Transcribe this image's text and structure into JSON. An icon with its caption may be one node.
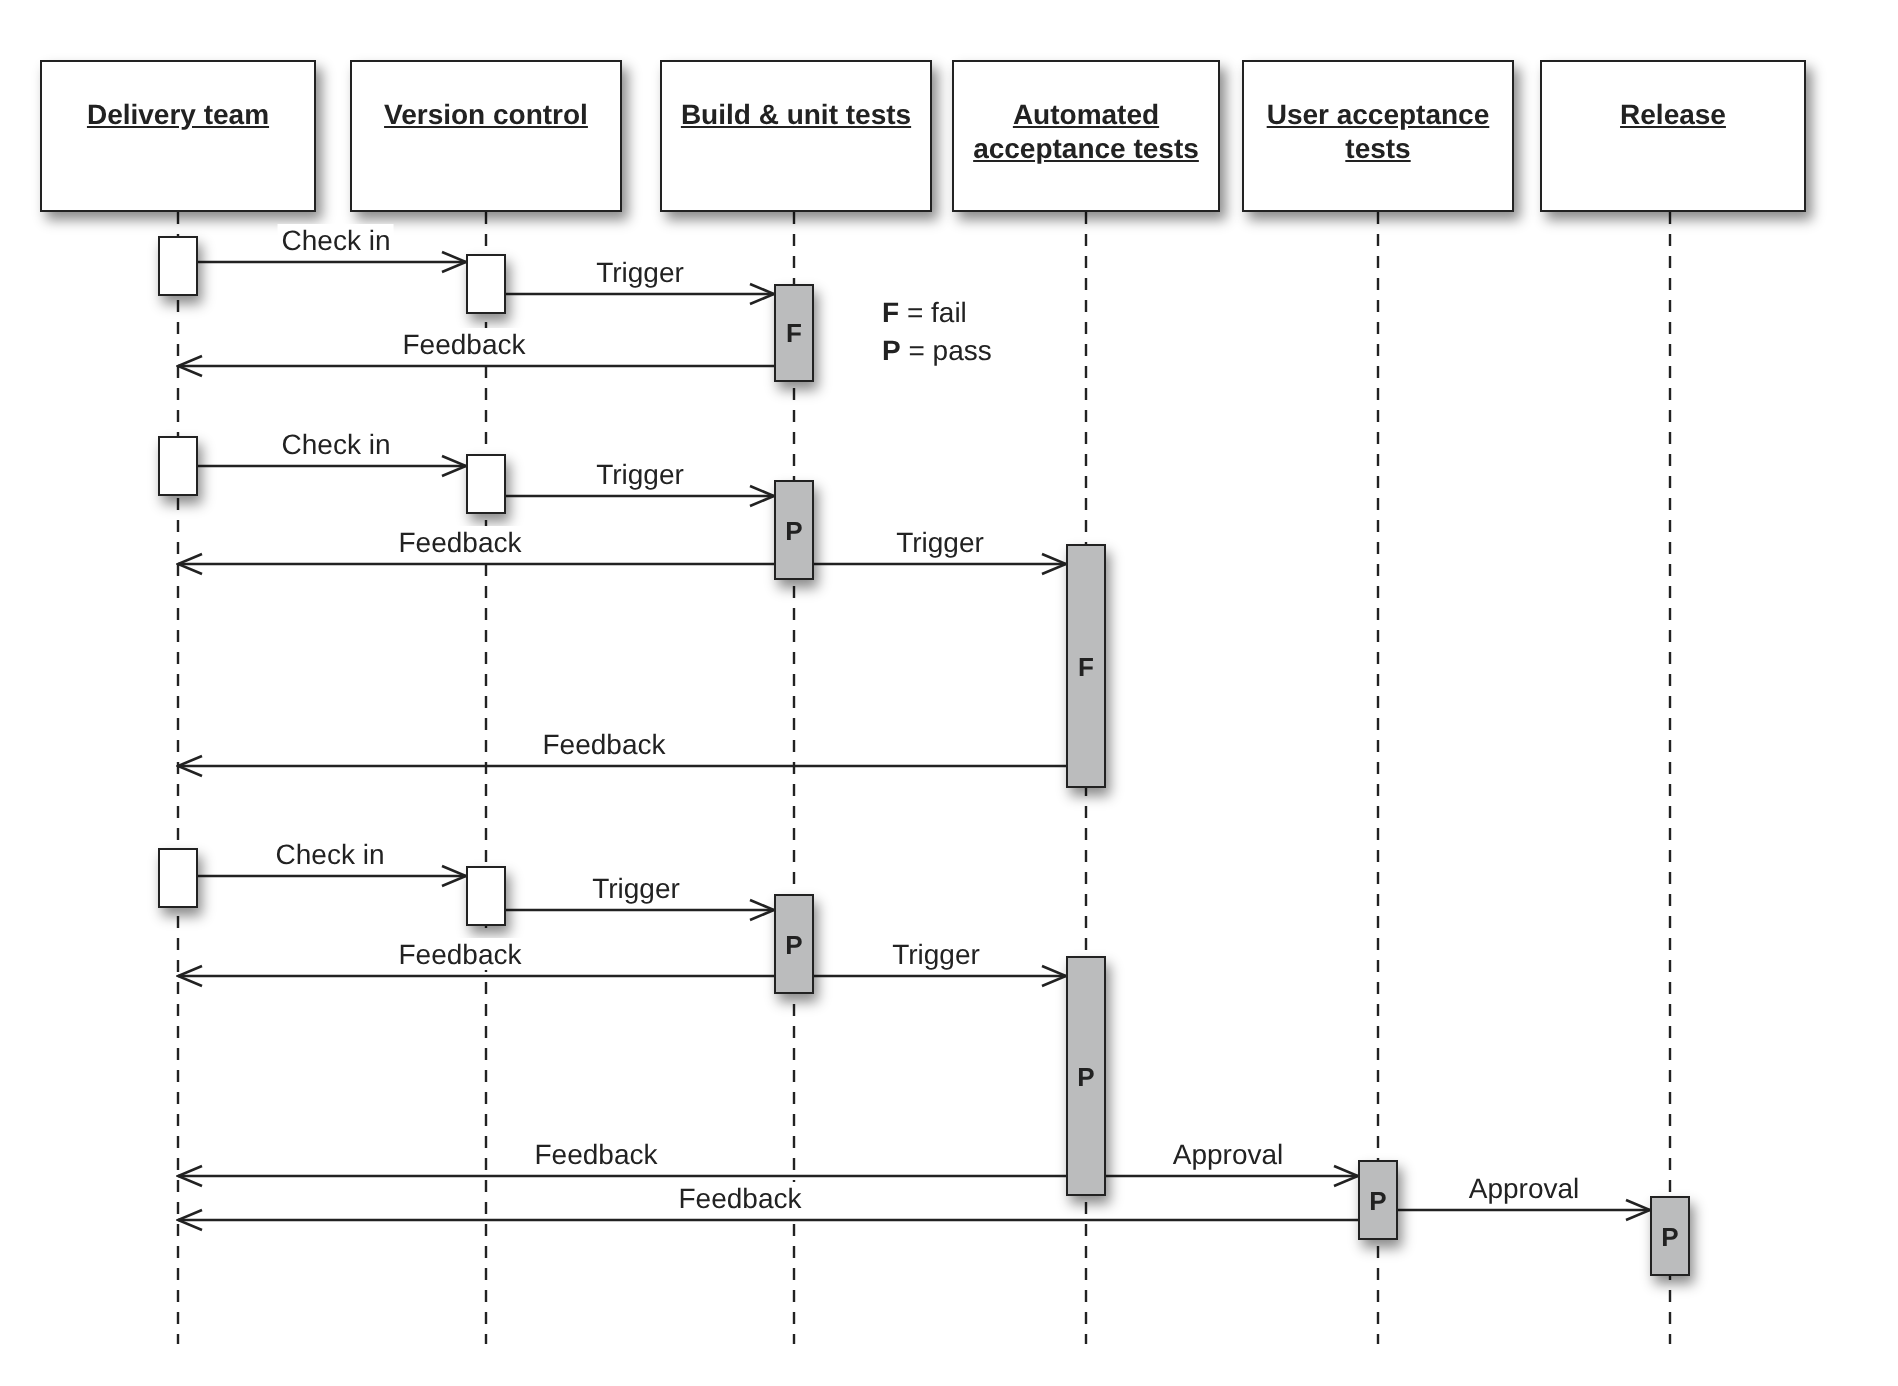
{
  "diagram": {
    "nodes": [
      {
        "text": [
          "Delivery team"
        ]
      },
      {
        "text": [
          "Version control"
        ]
      },
      {
        "text": [
          "Build & unit tests"
        ]
      },
      {
        "text": [
          "Automated acceptance tests"
        ]
      },
      {
        "text": [
          "User acceptance tests"
        ]
      },
      {
        "text": [
          "Release"
        ]
      },
      {
        "text": [],
        "shape": "box"
      },
      {
        "text": [],
        "shape": "box"
      },
      {
        "text": [
          "F"
        ]
      },
      {
        "text": [],
        "shape": "box"
      },
      {
        "text": [],
        "shape": "box"
      },
      {
        "text": [
          "P"
        ]
      },
      {
        "text": [
          "F"
        ]
      },
      {
        "text": [],
        "shape": "box"
      },
      {
        "text": [],
        "shape": "box"
      },
      {
        "text": [
          "P"
        ]
      },
      {
        "text": [
          "P"
        ]
      },
      {
        "text": [
          "P"
        ]
      },
      {
        "text": [
          "P"
        ]
      }
    ],
    "edges": [
      {
        "from": 6,
        "to": 7,
        "arrow": "to",
        "label": "Check in"
      },
      {
        "from": 7,
        "to": 8,
        "arrow": "to",
        "label": "Trigger"
      },
      {
        "from": 8,
        "to": null,
        "arrow": "to",
        "label": "Feedback"
      },
      {
        "from": 9,
        "to": 10,
        "arrow": "to",
        "label": "Check in"
      },
      {
        "from": 10,
        "to": 11,
        "arrow": "to",
        "label": "Trigger"
      },
      {
        "from": 11,
        "to": null,
        "arrow": "to",
        "label": "Feedback"
      },
      {
        "from": 11,
        "to": 12,
        "arrow": "to",
        "label": "Trigger"
      },
      {
        "from": 12,
        "to": null,
        "arrow": "to",
        "label": "Feedback"
      },
      {
        "from": 13,
        "to": 14,
        "arrow": "to",
        "label": "Check in"
      },
      {
        "from": 14,
        "to": 15,
        "arrow": "to",
        "label": "Trigger"
      },
      {
        "from": 15,
        "to": null,
        "arrow": "to",
        "label": "Feedback"
      },
      {
        "from": 15,
        "to": 16,
        "arrow": "to",
        "label": "Trigger"
      },
      {
        "from": 16,
        "to": null,
        "arrow": "to",
        "label": "Feedback"
      },
      {
        "from": 16,
        "to": 17,
        "arrow": "to",
        "label": "Approval"
      },
      {
        "from": 17,
        "to": null,
        "arrow": "to",
        "label": "Feedback"
      },
      {
        "from": 17,
        "to": 18,
        "arrow": "to",
        "label": "Approval"
      }
    ],
    "labels": [
      "**F** = fail",
      "**P** = pass"
    ]
  }
}
